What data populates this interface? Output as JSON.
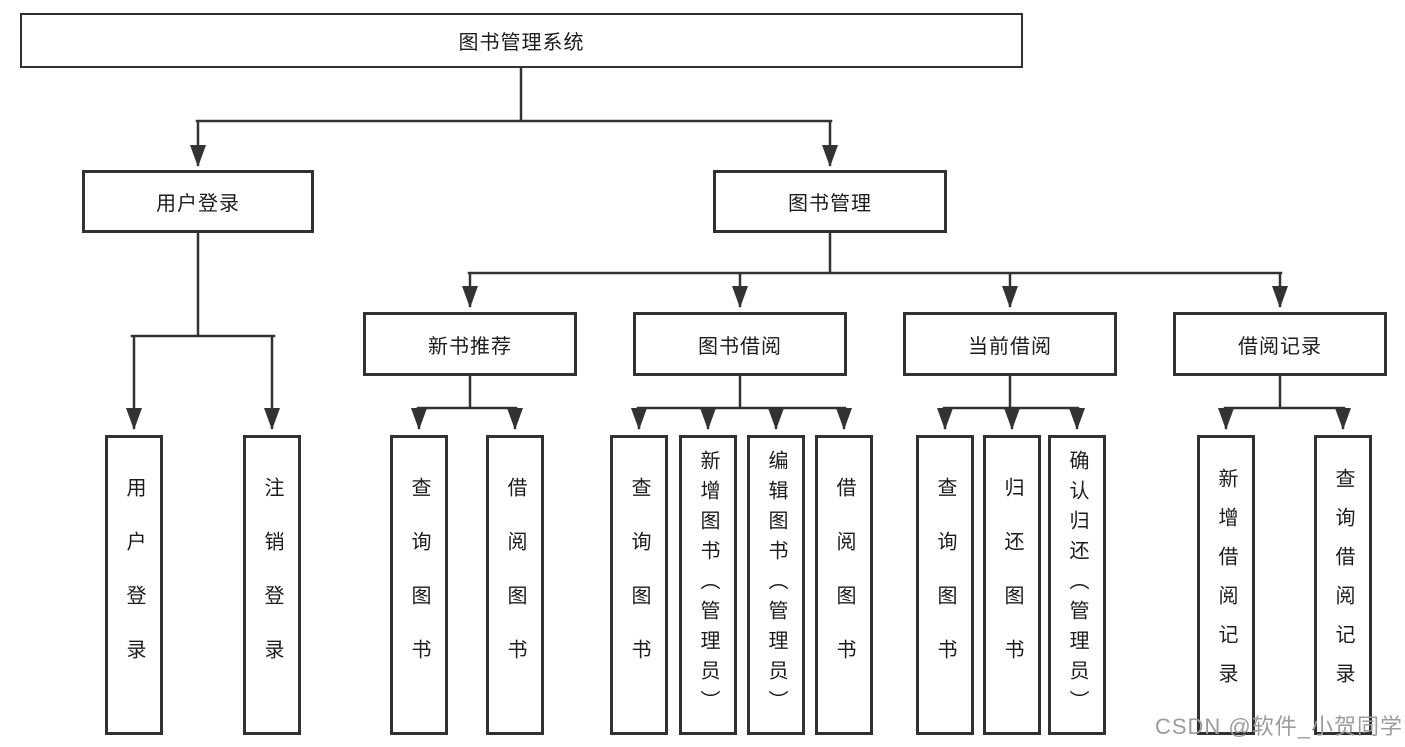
{
  "diagram": {
    "root": {
      "label": "图书管理系统"
    },
    "level2": {
      "user_login": {
        "label": "用户登录"
      },
      "book_mgmt": {
        "label": "图书管理"
      }
    },
    "level3": {
      "new_book_rec": {
        "label": "新书推荐"
      },
      "book_borrow": {
        "label": "图书借阅"
      },
      "current_borrow": {
        "label": "当前借阅"
      },
      "borrow_records": {
        "label": "借阅记录"
      }
    },
    "leaves": {
      "login": {
        "label": "用户登录"
      },
      "logout": {
        "label": "注销登录"
      },
      "rec_query": {
        "label": "查询图书"
      },
      "rec_borrow": {
        "label": "借阅图书"
      },
      "borrow_query": {
        "label": "查询图书"
      },
      "borrow_add": {
        "label": "新增图书（管理员）"
      },
      "borrow_edit": {
        "label": "编辑图书（管理员）"
      },
      "borrow_lend": {
        "label": "借阅图书"
      },
      "cur_query": {
        "label": "查询图书"
      },
      "cur_return": {
        "label": "归还图书"
      },
      "cur_confirm": {
        "label": "确认归还（管理员）"
      },
      "records_add": {
        "label": "新增借阅记录"
      },
      "records_query": {
        "label": "查询借阅记录"
      }
    }
  },
  "colors": {
    "line": "#333333",
    "box_border": "#313131",
    "text": "#1c1c1c",
    "watermark": "#9c9c9c",
    "background": "#ffffff"
  },
  "watermark": {
    "text": "CSDN @软件_小贺同学"
  }
}
